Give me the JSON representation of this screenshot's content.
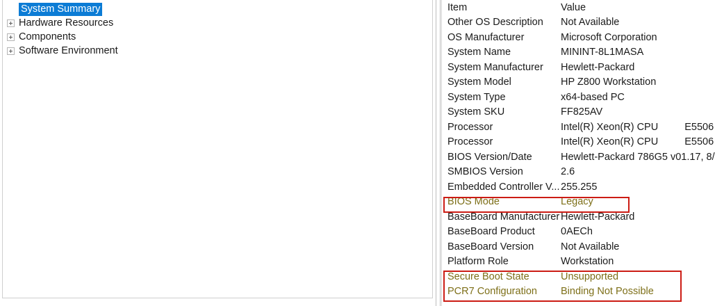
{
  "tree": {
    "items": [
      {
        "label": "System Summary",
        "expandable": false,
        "selected": true
      },
      {
        "label": "Hardware Resources",
        "expandable": true,
        "selected": false
      },
      {
        "label": "Components",
        "expandable": true,
        "selected": false
      },
      {
        "label": "Software Environment",
        "expandable": true,
        "selected": false
      }
    ]
  },
  "detail": {
    "columns": {
      "item": "Item",
      "value": "Value"
    },
    "rows": [
      {
        "item": "Item",
        "value": "Value",
        "header": true
      },
      {
        "item": "Other OS Description",
        "value": "Not Available"
      },
      {
        "item": "OS Manufacturer",
        "value": "Microsoft Corporation"
      },
      {
        "item": "System Name",
        "value": "MININT-8L1MASA"
      },
      {
        "item": "System Manufacturer",
        "value": "Hewlett-Packard"
      },
      {
        "item": "System Model",
        "value": "HP Z800 Workstation"
      },
      {
        "item": "System Type",
        "value": "x64-based PC"
      },
      {
        "item": "System SKU",
        "value": "FF825AV"
      },
      {
        "item": "Processor",
        "value": "Intel(R) Xeon(R) CPU",
        "value2": "E5506"
      },
      {
        "item": "Processor",
        "value": "Intel(R) Xeon(R) CPU",
        "value2": "E5506"
      },
      {
        "item": "BIOS Version/Date",
        "value": "Hewlett-Packard 786G5 v01.17, 8/"
      },
      {
        "item": "SMBIOS Version",
        "value": "2.6"
      },
      {
        "item": "Embedded Controller V...",
        "value": "255.255"
      },
      {
        "item": "BIOS Mode",
        "value": "Legacy",
        "highlight": true
      },
      {
        "item": "BaseBoard Manufacturer",
        "value": "Hewlett-Packard"
      },
      {
        "item": "BaseBoard Product",
        "value": "0AECh"
      },
      {
        "item": "BaseBoard Version",
        "value": "Not Available"
      },
      {
        "item": "Platform Role",
        "value": "Workstation"
      },
      {
        "item": "Secure Boot State",
        "value": "Unsupported",
        "highlight": true
      },
      {
        "item": "PCR7 Configuration",
        "value": "Binding Not Possible",
        "highlight": true
      }
    ]
  },
  "annotations": {
    "box_color": "#cc1c14",
    "highlight_text_color": "#7d6f18",
    "selection_color": "#0c7cd5",
    "boxes": [
      {
        "name": "bios-mode-callout",
        "label": "BIOS Mode"
      },
      {
        "name": "secure-boot-callout",
        "label": "Secure Boot State / PCR7 Configuration"
      }
    ]
  }
}
